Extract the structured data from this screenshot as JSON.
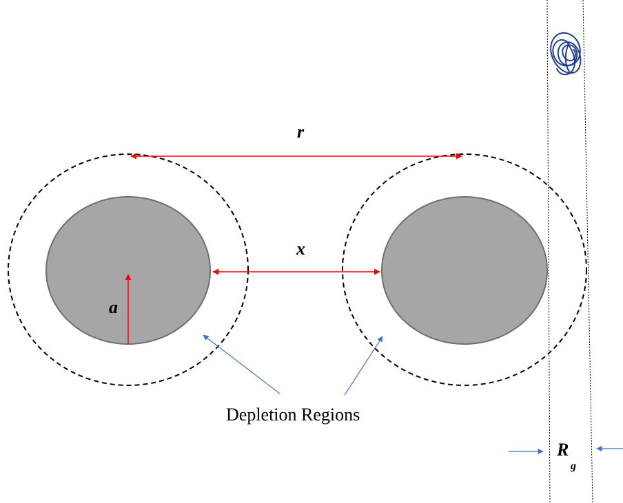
{
  "labels": {
    "r": "r",
    "x": "x",
    "a": "a",
    "depletion": "Depletion Regions",
    "rg_main": "R",
    "rg_sub": "g"
  },
  "colors": {
    "particle_fill": "#a6a6a6",
    "particle_stroke": "#6e6e6e",
    "dimension_arrow": "#ff0000",
    "pointer_arrow": "#4472c4",
    "coil": "#1f3f8f",
    "dashed": "#000000"
  },
  "icons": {
    "coil": "polymer-coil-icon"
  }
}
